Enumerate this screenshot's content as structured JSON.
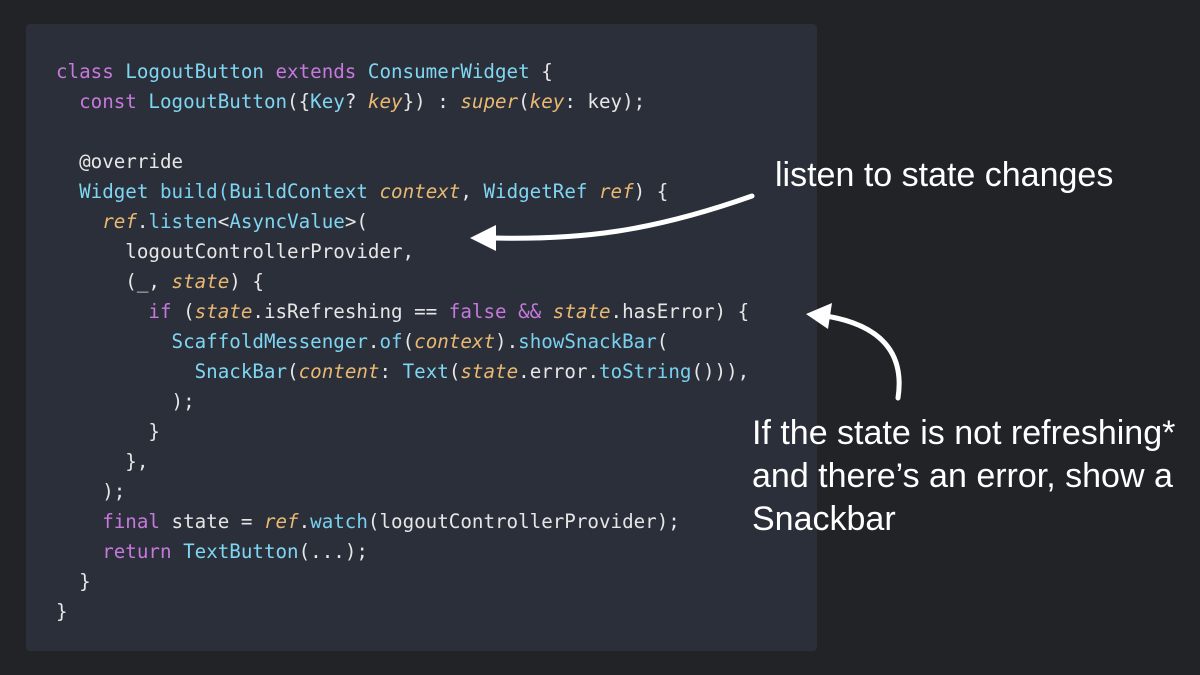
{
  "code_lines": [
    [
      {
        "t": "class ",
        "c": "kw"
      },
      {
        "t": "LogoutButton",
        "c": "cls"
      },
      {
        "t": " extends ",
        "c": "kw"
      },
      {
        "t": "ConsumerWidget",
        "c": "cls"
      },
      {
        "t": " {",
        "c": "plain"
      }
    ],
    [
      {
        "t": "  const ",
        "c": "kw"
      },
      {
        "t": "LogoutButton",
        "c": "cls"
      },
      {
        "t": "({",
        "c": "plain"
      },
      {
        "t": "Key",
        "c": "cls"
      },
      {
        "t": "? ",
        "c": "plain"
      },
      {
        "t": "key",
        "c": "prm"
      },
      {
        "t": "}) : ",
        "c": "plain"
      },
      {
        "t": "super",
        "c": "prm"
      },
      {
        "t": "(",
        "c": "plain"
      },
      {
        "t": "key",
        "c": "prm"
      },
      {
        "t": ": key);",
        "c": "plain"
      }
    ],
    [],
    [
      {
        "t": "  @override",
        "c": "ann"
      }
    ],
    [
      {
        "t": "  Widget",
        "c": "cls"
      },
      {
        "t": " build(",
        "c": "fn"
      },
      {
        "t": "BuildContext",
        "c": "cls"
      },
      {
        "t": " ",
        "c": "plain"
      },
      {
        "t": "context",
        "c": "prm"
      },
      {
        "t": ", ",
        "c": "plain"
      },
      {
        "t": "WidgetRef",
        "c": "cls"
      },
      {
        "t": " ",
        "c": "plain"
      },
      {
        "t": "ref",
        "c": "prm"
      },
      {
        "t": ") {",
        "c": "plain"
      }
    ],
    [
      {
        "t": "    ",
        "c": "plain"
      },
      {
        "t": "ref",
        "c": "prm"
      },
      {
        "t": ".",
        "c": "plain"
      },
      {
        "t": "listen",
        "c": "fn"
      },
      {
        "t": "<",
        "c": "plain"
      },
      {
        "t": "AsyncValue",
        "c": "cls"
      },
      {
        "t": ">(",
        "c": "plain"
      }
    ],
    [
      {
        "t": "      logoutControllerProvider,",
        "c": "plain"
      }
    ],
    [
      {
        "t": "      (_, ",
        "c": "plain"
      },
      {
        "t": "state",
        "c": "prm"
      },
      {
        "t": ") {",
        "c": "plain"
      }
    ],
    [
      {
        "t": "        if",
        "c": "kw"
      },
      {
        "t": " (",
        "c": "plain"
      },
      {
        "t": "state",
        "c": "prm"
      },
      {
        "t": ".isRefreshing == ",
        "c": "plain"
      },
      {
        "t": "false",
        "c": "kw"
      },
      {
        "t": " && ",
        "c": "kw"
      },
      {
        "t": "state",
        "c": "prm"
      },
      {
        "t": ".hasError) {",
        "c": "plain"
      }
    ],
    [
      {
        "t": "          ",
        "c": "plain"
      },
      {
        "t": "ScaffoldMessenger",
        "c": "cls"
      },
      {
        "t": ".",
        "c": "plain"
      },
      {
        "t": "of",
        "c": "fn"
      },
      {
        "t": "(",
        "c": "plain"
      },
      {
        "t": "context",
        "c": "prm"
      },
      {
        "t": ").",
        "c": "plain"
      },
      {
        "t": "showSnackBar",
        "c": "fn"
      },
      {
        "t": "(",
        "c": "plain"
      }
    ],
    [
      {
        "t": "            ",
        "c": "plain"
      },
      {
        "t": "SnackBar",
        "c": "cls"
      },
      {
        "t": "(",
        "c": "plain"
      },
      {
        "t": "content",
        "c": "prm"
      },
      {
        "t": ": ",
        "c": "plain"
      },
      {
        "t": "Text",
        "c": "cls"
      },
      {
        "t": "(",
        "c": "plain"
      },
      {
        "t": "state",
        "c": "prm"
      },
      {
        "t": ".error.",
        "c": "plain"
      },
      {
        "t": "toString",
        "c": "fn"
      },
      {
        "t": "())),",
        "c": "plain"
      }
    ],
    [
      {
        "t": "          );",
        "c": "plain"
      }
    ],
    [
      {
        "t": "        }",
        "c": "plain"
      }
    ],
    [
      {
        "t": "      },",
        "c": "plain"
      }
    ],
    [
      {
        "t": "    );",
        "c": "plain"
      }
    ],
    [
      {
        "t": "    final",
        "c": "kw"
      },
      {
        "t": " state = ",
        "c": "plain"
      },
      {
        "t": "ref",
        "c": "prm"
      },
      {
        "t": ".",
        "c": "plain"
      },
      {
        "t": "watch",
        "c": "fn"
      },
      {
        "t": "(logoutControllerProvider);",
        "c": "plain"
      }
    ],
    [
      {
        "t": "    return",
        "c": "kw"
      },
      {
        "t": " ",
        "c": "plain"
      },
      {
        "t": "TextButton",
        "c": "cls"
      },
      {
        "t": "(...);",
        "c": "plain"
      }
    ],
    [
      {
        "t": "  }",
        "c": "plain"
      }
    ],
    [
      {
        "t": "}",
        "c": "plain"
      }
    ]
  ],
  "annotations": {
    "listen_note": "listen to state changes",
    "snackbar_note": "If the state is not refreshing* and there’s an error, show a Snackbar"
  },
  "colors": {
    "background": "#222327",
    "panel": "#2b2f3a",
    "keyword": "#c678dd",
    "type": "#7fd6f2",
    "parameter": "#e9b872",
    "text": "#e6e6e6",
    "annotation": "#ffffff"
  }
}
